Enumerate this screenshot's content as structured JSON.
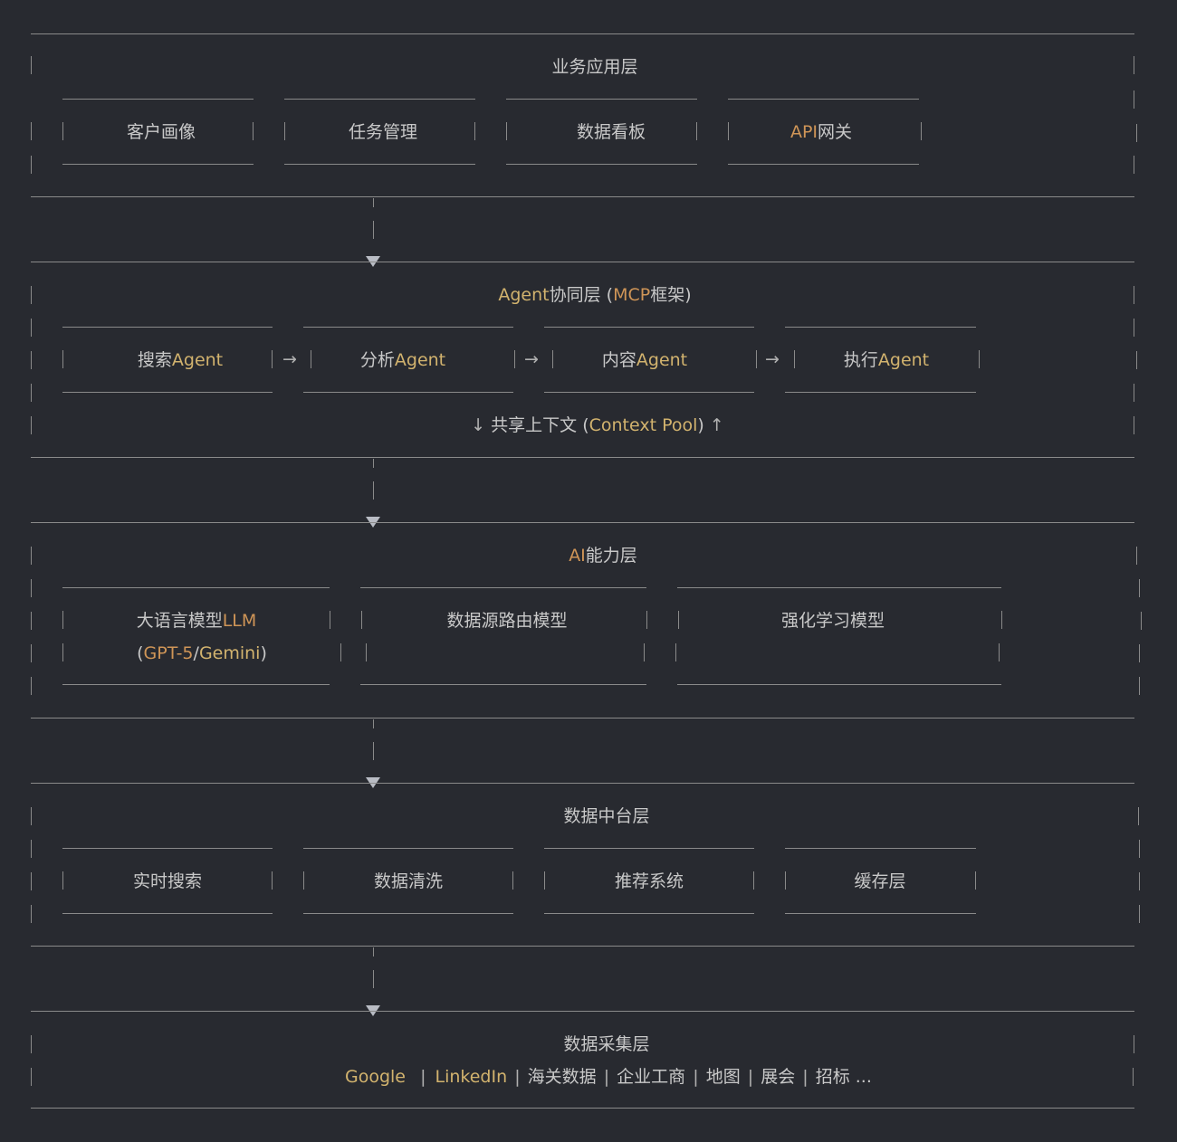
{
  "layers": {
    "business": {
      "title": "业务应用层",
      "items": [
        "客户画像",
        "任务管理",
        "数据看板"
      ],
      "api_prefix": "API",
      "api_suffix": "网关"
    },
    "agent": {
      "title_prefix": "Agent",
      "title_mid": "协同层 (",
      "title_mcp": "MCP",
      "title_suffix": "框架)",
      "items": [
        {
          "cn": "搜索",
          "en": "Agent"
        },
        {
          "cn": "分析",
          "en": "Agent"
        },
        {
          "cn": "内容",
          "en": "Agent"
        },
        {
          "cn": "执行",
          "en": "Agent"
        }
      ],
      "flow_arrow": "→",
      "context_down": "↓",
      "context_cn": "共享上下文 (",
      "context_en": "Context Pool",
      "context_close": ")",
      "context_up": "↑"
    },
    "ai": {
      "title_prefix": "AI",
      "title_suffix": "能力层",
      "llm_line1_cn": "大语言模型",
      "llm_line1_en": "LLM",
      "llm_line2_open": "(",
      "llm_line2_gpt": "GPT-5",
      "llm_line2_slash": "/",
      "llm_line2_gemini": "Gemini",
      "llm_line2_close": ")",
      "router": "数据源路由模型",
      "rl": "强化学习模型"
    },
    "data_platform": {
      "title": "数据中台层",
      "items": [
        "实时搜索",
        "数据清洗",
        "推荐系统",
        "缓存层"
      ]
    },
    "collection": {
      "title": "数据采集层",
      "src_google": "Google",
      "src_linkedin": "LinkedIn",
      "sep": "|",
      "sources_rest": [
        "海关数据",
        "企业工商",
        "地图",
        "展会",
        "招标 ..."
      ]
    }
  },
  "colors": {
    "background": "#282a30",
    "text": "#c8c8c8",
    "accent_gold": "#d2b36e",
    "accent_orange": "#cf9557",
    "line": "#8a8a8a"
  }
}
